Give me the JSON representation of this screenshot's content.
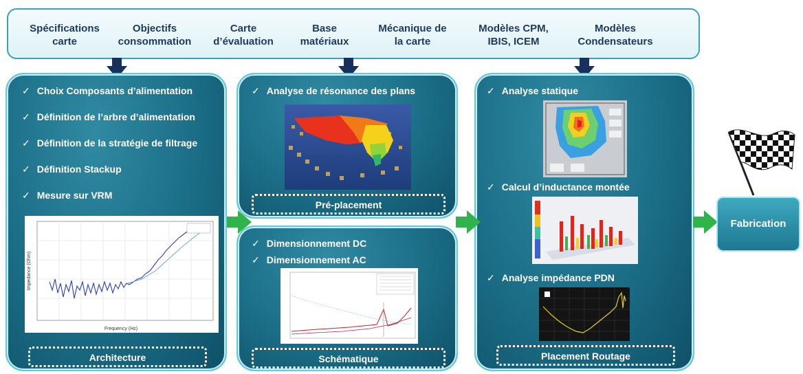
{
  "inputs": [
    {
      "line1": "Spécifications",
      "line2": "carte"
    },
    {
      "line1": "Objectifs",
      "line2": "consommation"
    },
    {
      "line1": "Carte",
      "line2": "d’évaluation"
    },
    {
      "line1": "Base",
      "line2": "matériaux"
    },
    {
      "line1": "Mécanique de",
      "line2": "la carte"
    },
    {
      "line1": "Modèles CPM,",
      "line2": "IBIS, ICEM"
    },
    {
      "line1": "Modèles",
      "line2": "Condensateurs"
    }
  ],
  "check": "✓",
  "architecture": {
    "items": [
      "Choix Composants d’alimentation",
      "Définition de l’arbre d’alimentation",
      "Définition de la stratégie de filtrage",
      "Définition Stackup",
      "Mesure sur VRM"
    ],
    "chart_xlabel": "Frequency (Hz)",
    "chart_ylabel": "Impedance (Ohm)",
    "label": "Architecture"
  },
  "preplacement": {
    "items": [
      "Analyse de résonance des plans"
    ],
    "label": "Pré-placement"
  },
  "schematique": {
    "items": [
      "Dimensionnement DC",
      "Dimensionnement AC"
    ],
    "label": "Schématique"
  },
  "placement": {
    "items": [
      "Analyse statique",
      "Calcul d’inductance montée",
      "Analyse impédance PDN"
    ],
    "label": "Placement Routage"
  },
  "fabrication": {
    "label": "Fabrication"
  },
  "colors": {
    "panel": "#1b6d86",
    "arrow_down": "#17305c",
    "arrow_right": "#2fb34a",
    "accent": "#64c9e0"
  }
}
